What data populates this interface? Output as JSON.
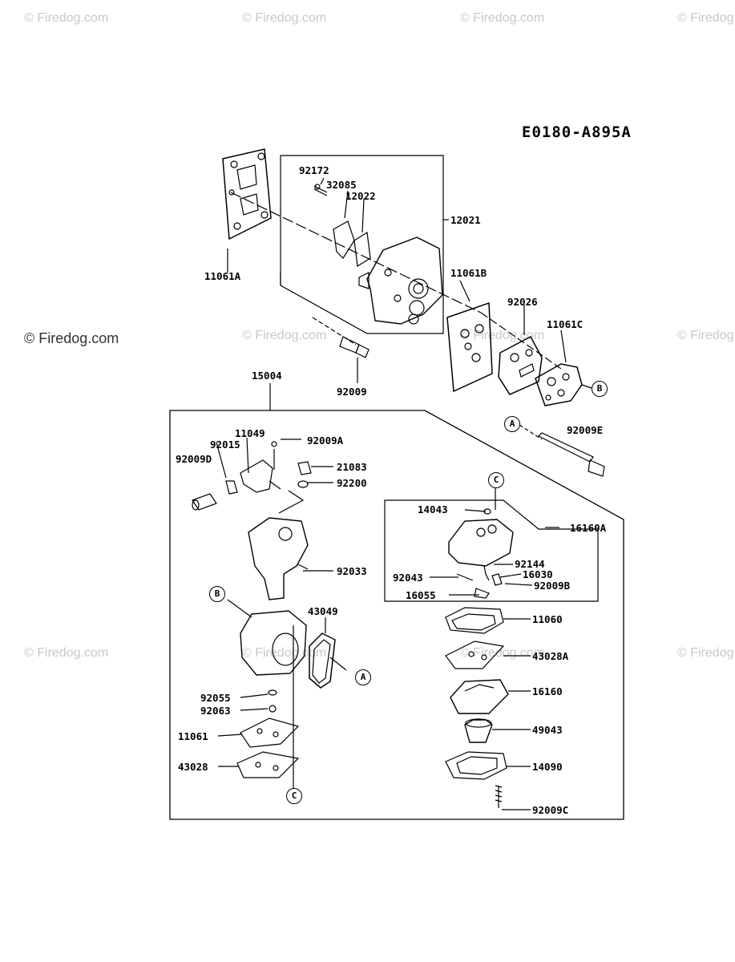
{
  "watermark": "© Firedog.com",
  "diagram_code": "E0180-A895A",
  "refs": {
    "a": "A",
    "b": "B",
    "c": "C"
  },
  "parts": {
    "p92172": "92172",
    "p32085": "32085",
    "p12022": "12022",
    "p12021": "12021",
    "p11061A": "11061A",
    "p11061B": "11061B",
    "p92026": "92026",
    "p11061C": "11061C",
    "p92009": "92009",
    "p15004": "15004",
    "p92009E": "92009E",
    "p11049": "11049",
    "p92015": "92015",
    "p92009A": "92009A",
    "p92009D": "92009D",
    "p21083": "21083",
    "p92200": "92200",
    "p14043": "14043",
    "p16160A": "16160A",
    "p92033": "92033",
    "p92144": "92144",
    "p92043": "92043",
    "p16030": "16030",
    "p92009B": "92009B",
    "p16055": "16055",
    "p43049": "43049",
    "p11060": "11060",
    "p43028A": "43028A",
    "p16160": "16160",
    "p92055": "92055",
    "p92063": "92063",
    "p49043": "49043",
    "p11061": "11061",
    "p43028": "43028",
    "p14090": "14090",
    "p92009C": "92009C"
  }
}
